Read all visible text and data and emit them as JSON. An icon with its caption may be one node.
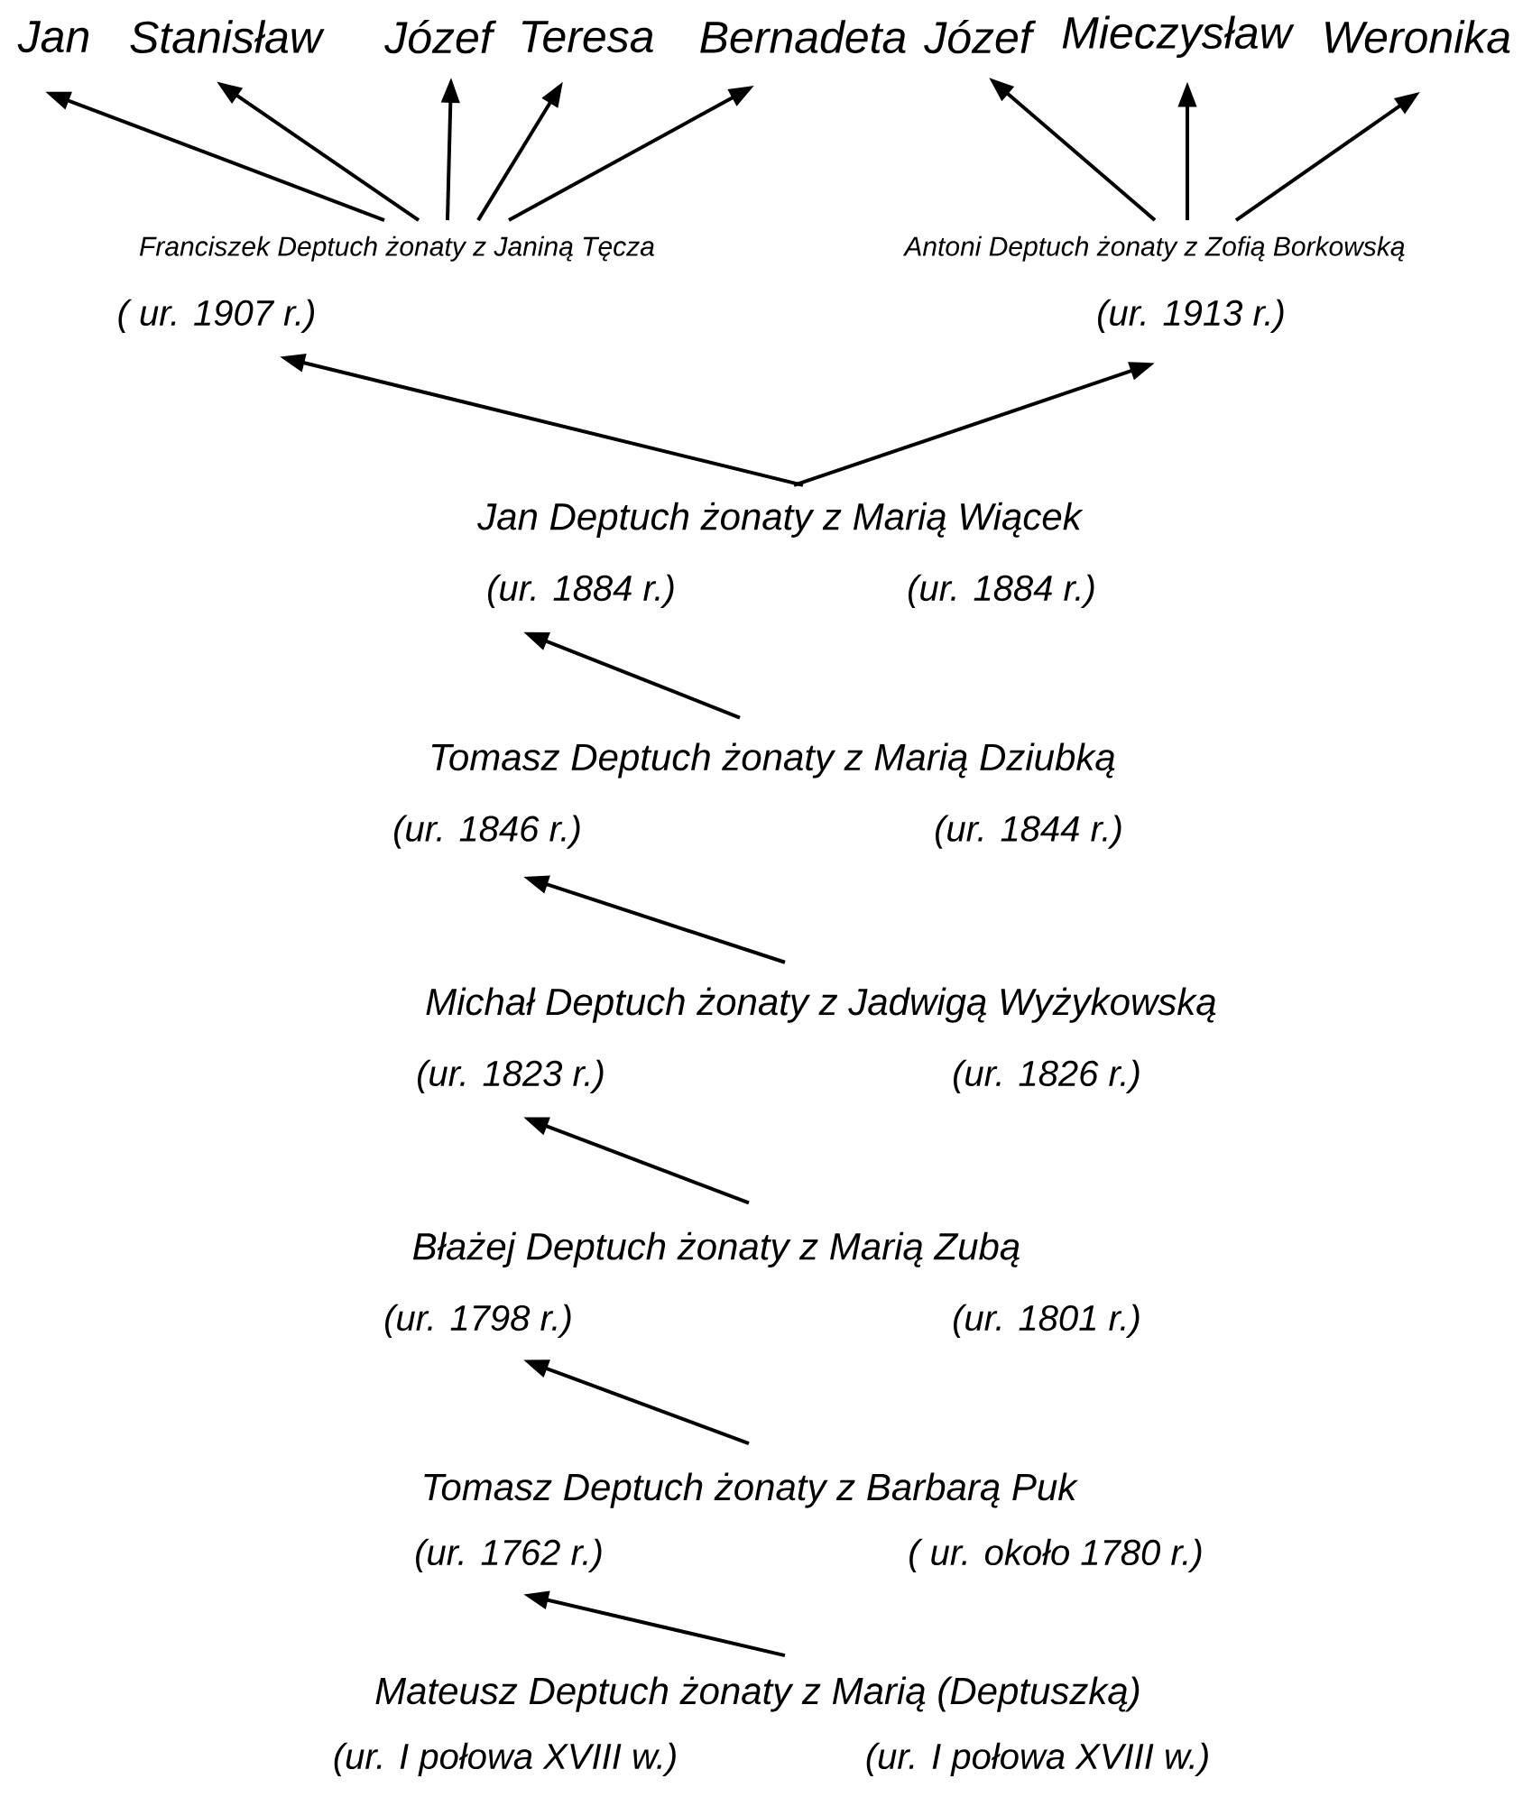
{
  "diagram": {
    "nodes": [
      {
        "text": [
          "Jan"
        ]
      },
      {
        "text": [
          "Stanisław"
        ]
      },
      {
        "text": [
          "Józef"
        ]
      },
      {
        "text": [
          "Teresa"
        ]
      },
      {
        "text": [
          "Bernadeta"
        ]
      },
      {
        "text": [
          "Józef"
        ]
      },
      {
        "text": [
          "Mieczysław"
        ]
      },
      {
        "text": [
          "Weronika"
        ]
      },
      {
        "text": [
          "Franciszek Deptuch żonaty z Janiną Tęcza",
          "( ur. 1907 r.)"
        ]
      },
      {
        "text": [
          "Antoni Deptuch żonaty z Zofią Borkowską",
          "(ur. 1913 r.)"
        ]
      },
      {
        "text": [
          "Jan Deptuch żonaty z Marią Wiącek",
          "(ur. 1884 r.)",
          "(ur. 1884 r.)"
        ]
      },
      {
        "text": [
          "Tomasz Deptuch żonaty z Marią Dziubką",
          "(ur. 1846 r.)",
          "(ur. 1844 r.)"
        ]
      },
      {
        "text": [
          "Michał Deptuch żonaty z Jadwigą Wyżykowską",
          "(ur. 1823 r.)",
          "(ur. 1826 r.)"
        ]
      },
      {
        "text": [
          "Błażej Deptuch żonaty z Marią Zubą",
          "(ur. 1798 r.)",
          "(ur. 1801 r.)"
        ]
      },
      {
        "text": [
          "Tomasz Deptuch żonaty z Barbarą Puk",
          "(ur. 1762 r.)",
          "( ur. około 1780 r.)"
        ]
      },
      {
        "text": [
          "Mateusz Deptuch żonaty z Marią (Deptuszką)",
          "(ur. I połowa XVIII w.)",
          "(ur. I połowa XVIII w.)"
        ]
      }
    ],
    "edges": [
      {
        "from": 8,
        "to": 0,
        "arrow": "to"
      },
      {
        "from": 8,
        "to": 1,
        "arrow": "to"
      },
      {
        "from": 8,
        "to": 2,
        "arrow": "to"
      },
      {
        "from": 8,
        "to": 3,
        "arrow": "to"
      },
      {
        "from": 8,
        "to": 4,
        "arrow": "to"
      },
      {
        "from": 9,
        "to": 5,
        "arrow": "to"
      },
      {
        "from": 9,
        "to": 6,
        "arrow": "to"
      },
      {
        "from": 9,
        "to": 7,
        "arrow": "to"
      },
      {
        "from": 10,
        "to": 8,
        "arrow": "to"
      },
      {
        "from": 10,
        "to": 9,
        "arrow": "to"
      },
      {
        "from": 11,
        "to": 10,
        "arrow": "to"
      },
      {
        "from": 12,
        "to": 11,
        "arrow": "to"
      },
      {
        "from": 13,
        "to": 12,
        "arrow": "to"
      },
      {
        "from": 14,
        "to": 13,
        "arrow": "to"
      },
      {
        "from": 15,
        "to": 14,
        "arrow": "to"
      }
    ]
  }
}
